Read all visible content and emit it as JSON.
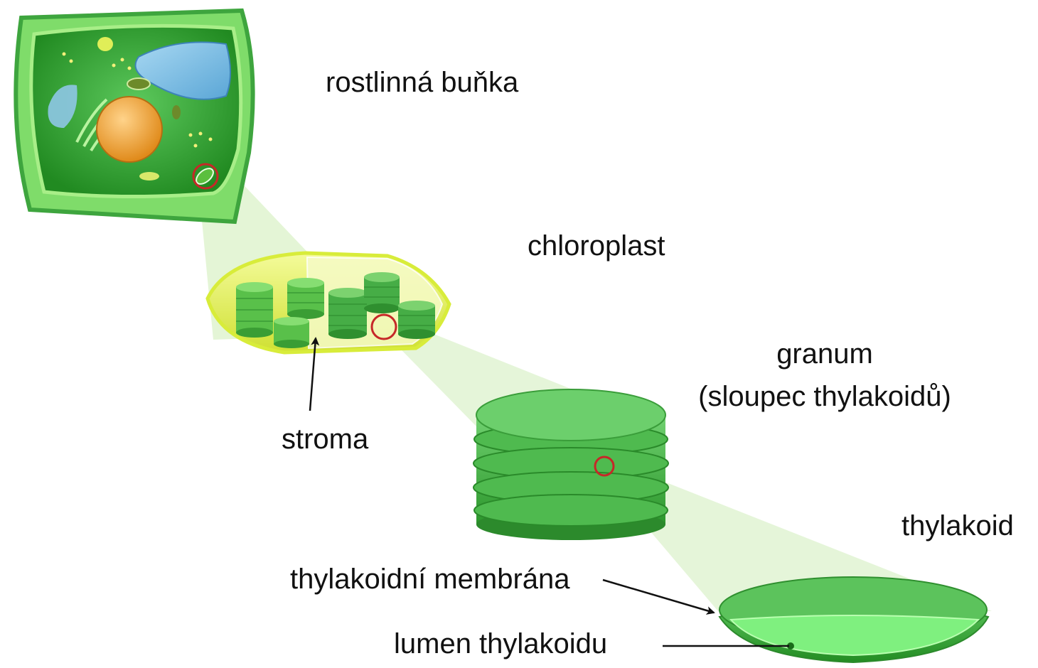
{
  "labels": {
    "plant_cell": "rostlinná buňka",
    "chloroplast": "chloroplast",
    "granum": "granum",
    "granum_desc": "(sloupec thylakoidů)",
    "stroma": "stroma",
    "thylakoid": "thylakoid",
    "thylakoid_membrane": "thylakoidní membrána",
    "lumen": "lumen thylakoidu"
  },
  "colors": {
    "cell_green": "#2f9e2f",
    "cell_light_green": "#6cd46c",
    "vacuole_blue": "#7ab8e0",
    "nucleus_orange": "#f2a83a",
    "chloroplast_yellow": "#e6f25a",
    "granum_green": "#3fae3f",
    "zoom_beam": "#d9f2c9",
    "highlight_circle": "#c62828"
  }
}
